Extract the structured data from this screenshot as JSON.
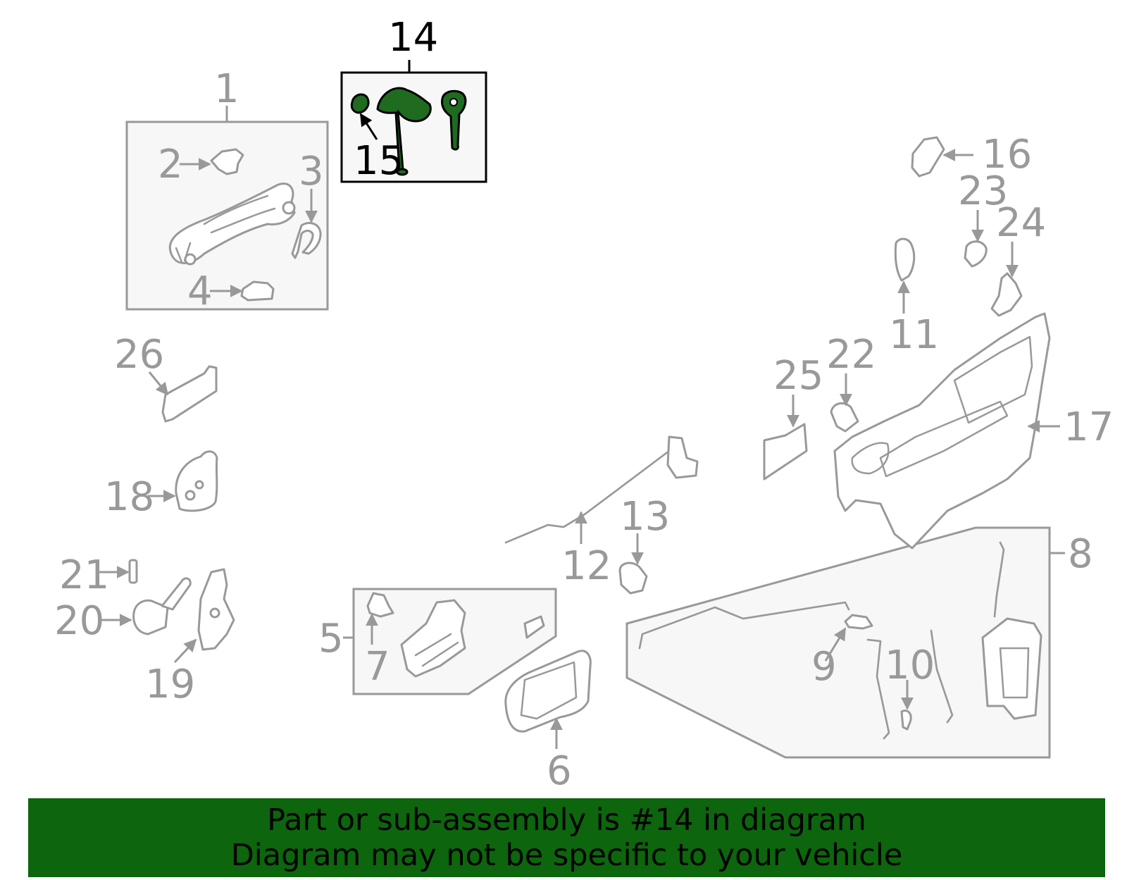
{
  "callouts": {
    "n1": "1",
    "n2": "2",
    "n3": "3",
    "n4": "4",
    "n5": "5",
    "n6": "6",
    "n7": "7",
    "n8": "8",
    "n9": "9",
    "n10": "10",
    "n11": "11",
    "n12": "12",
    "n13": "13",
    "n14": "14",
    "n15": "15",
    "n16": "16",
    "n17": "17",
    "n18": "18",
    "n19": "19",
    "n20": "20",
    "n21": "21",
    "n22": "22",
    "n23": "23",
    "n24": "24",
    "n25": "25",
    "n26": "26"
  },
  "highlight": {
    "part_number": "14",
    "color": "#1f6b1f",
    "banner_color": "#0d650d"
  },
  "banner": {
    "line1": "Part or sub-assembly is #14 in diagram",
    "line2": "Diagram may not be specific to your vehicle"
  }
}
